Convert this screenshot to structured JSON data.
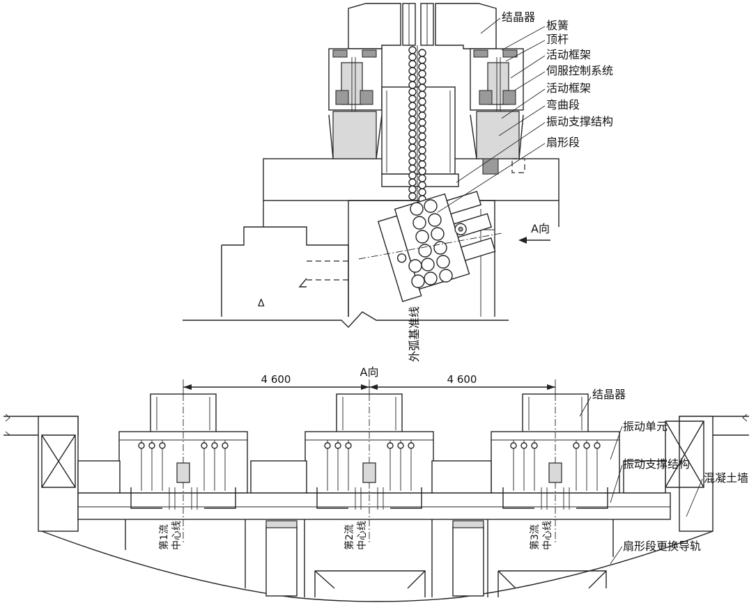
{
  "top_view": {
    "labels": {
      "crystallizer": "结晶器",
      "leaf_spring": "板簧",
      "ejector_rod": "顶杆",
      "movable_frame_1": "活动框架",
      "servo_control_system": "伺服控制系统",
      "movable_frame_2": "活动框架",
      "bending_section": "弯曲段",
      "vibration_support_structure": "振动支撑结构",
      "sector_section": "扇形段"
    },
    "direction_a": "A向",
    "outer_arc_reference_line": "外弧基准线",
    "triangle_mark": "Δ"
  },
  "bottom_view": {
    "direction_a": "A向",
    "dimension_left": "4 600",
    "dimension_right": "4 600",
    "labels": {
      "crystallizer": "结晶器",
      "vibration_unit": "振动单元",
      "vibration_support_structure": "振动支撑结构",
      "concrete_wall": "混凝土墙",
      "sector_change_guide": "扇形段更换导轨"
    },
    "strands": [
      {
        "name": "第1流",
        "sub": "中心线"
      },
      {
        "name": "第2流",
        "sub": "中心线"
      },
      {
        "name": "第3流",
        "sub": "中心线"
      }
    ]
  }
}
